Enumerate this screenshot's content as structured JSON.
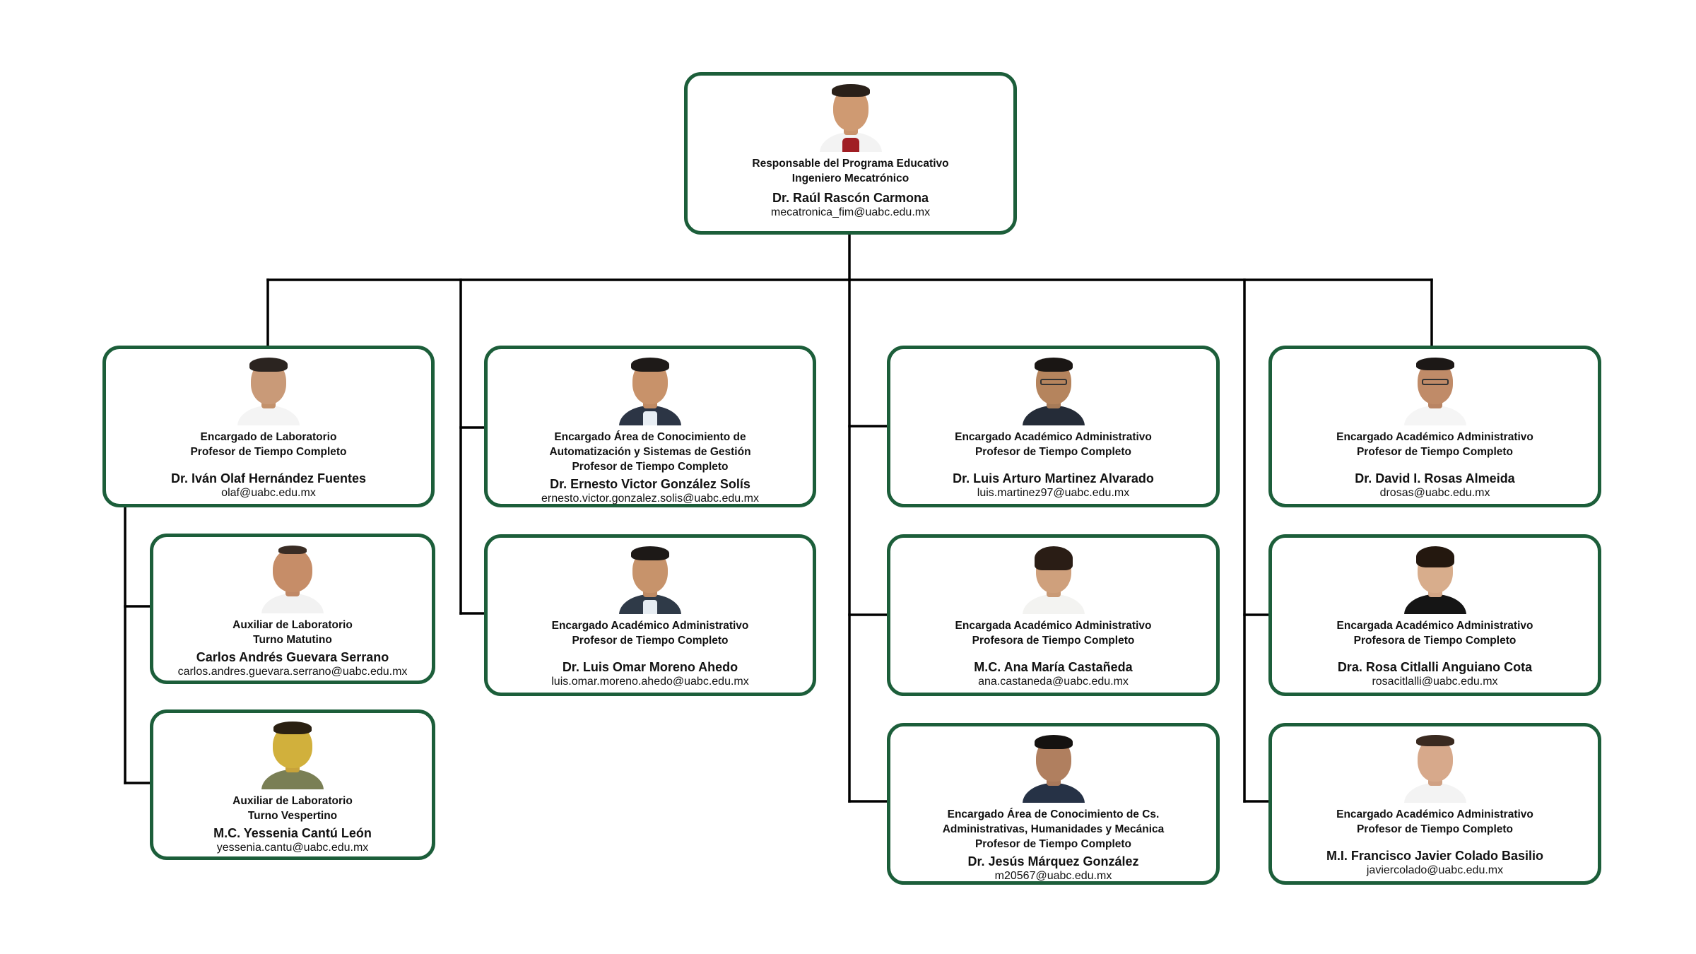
{
  "theme": {
    "border": "#1c5e3a",
    "line": "#000000"
  },
  "root": {
    "role_lines": [
      "Responsable del Programa Educativo",
      "Ingeniero Mecatrónico"
    ],
    "name": "Dr. Raúl Rascón Carmona",
    "email": "mecatronica_fim@uabc.edu.mx",
    "photo": "portrait-man-white-coat"
  },
  "columns": [
    {
      "members": [
        {
          "role_lines": [
            "Encargado de Laboratorio",
            "Profesor de Tiempo Completo"
          ],
          "name": "Dr. Iván Olaf Hernández Fuentes",
          "email": "olaf@uabc.edu.mx",
          "photo": "portrait-man-white-shirt"
        },
        {
          "role_lines": [
            "Auxiliar de Laboratorio",
            "Turno Matutino"
          ],
          "name": "Carlos Andrés Guevara Serrano",
          "email": "carlos.andres.guevara.serrano@uabc.edu.mx",
          "photo": "portrait-man-bald"
        },
        {
          "role_lines": [
            "Auxiliar de Laboratorio",
            "Turno Vespertino"
          ],
          "name": "M.C. Yessenia Cantú León",
          "email": "yessenia.cantu@uabc.edu.mx",
          "photo": "portrait-woman-yellow"
        }
      ]
    },
    {
      "members": [
        {
          "role_lines": [
            "Encargado Área de Conocimiento de",
            "Automatización y Sistemas de Gestión",
            "Profesor de Tiempo Completo"
          ],
          "name": "Dr. Ernesto Victor González Solís",
          "email": "ernesto.victor.gonzalez.solis@uabc.edu.mx",
          "photo": "portrait-man-suit"
        },
        {
          "role_lines": [
            "Encargado Académico Administrativo",
            "Profesor de Tiempo Completo"
          ],
          "name": "Dr. Luis Omar Moreno Ahedo",
          "email": "luis.omar.moreno.ahedo@uabc.edu.mx",
          "photo": "portrait-man-suit"
        }
      ]
    },
    {
      "members": [
        {
          "role_lines": [
            "Encargado Académico Administrativo",
            "Profesor de Tiempo Completo"
          ],
          "name": "Dr. Luis Arturo Martinez Alvarado",
          "email": "luis.martinez97@uabc.edu.mx",
          "photo": "portrait-man-glasses-dark"
        },
        {
          "role_lines": [
            "Encargada Académico Administrativo",
            "Profesora de Tiempo Completo"
          ],
          "name": "M.C. Ana María Castañeda",
          "email": "ana.castaneda@uabc.edu.mx",
          "photo": "portrait-woman-white-blouse"
        },
        {
          "role_lines": [
            "Encargado Área de Conocimiento de Cs.",
            "Administrativas, Humanidades y Mecánica",
            "Profesor de Tiempo Completo"
          ],
          "name": "Dr. Jesús Márquez González",
          "email": "m20567@uabc.edu.mx",
          "photo": "portrait-man-dark-shirt"
        }
      ]
    },
    {
      "members": [
        {
          "role_lines": [
            "Encargado Académico Administrativo",
            "Profesor de Tiempo Completo"
          ],
          "name": "Dr. David I. Rosas Almeida",
          "email": "drosas@uabc.edu.mx",
          "photo": "portrait-man-glasses-white"
        },
        {
          "role_lines": [
            "Encargada Académico Administrativo",
            "Profesora de Tiempo Completo"
          ],
          "name": "Dra. Rosa Citlalli Anguiano Cota",
          "email": "rosacitlalli@uabc.edu.mx",
          "photo": "portrait-woman-black-top"
        },
        {
          "role_lines": [
            "Encargado Académico Administrativo",
            "Profesor de Tiempo Completo"
          ],
          "name": "M.I. Francisco Javier Colado Basilio",
          "email": "javiercolado@uabc.edu.mx",
          "photo": "portrait-man-white-shirt"
        }
      ]
    }
  ]
}
